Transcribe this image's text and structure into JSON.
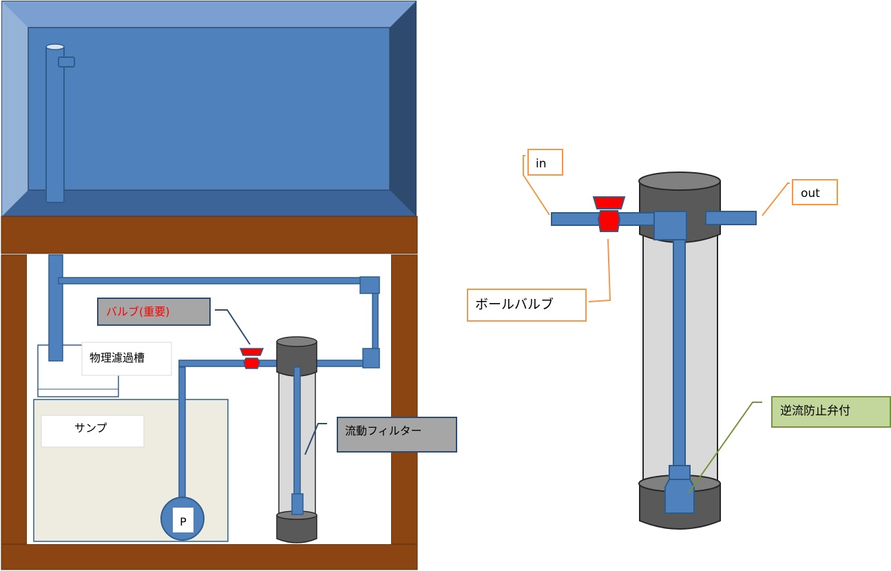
{
  "labels": {
    "valve_important": "バルブ(重要)",
    "physical_filter": "物理濾過槽",
    "sump": "サンプ",
    "pump": "P",
    "fluid_filter": "流動フィルター",
    "in": "in",
    "out": "out",
    "ball_valve": "ボールバルブ",
    "check_valve": "逆流防止弁付"
  },
  "colors": {
    "tank_water": "#4f81bd",
    "tank_dark": "#2e4a6e",
    "stand_wood": "#8b4513",
    "pipe": "#4f81bd",
    "pipe_edge": "#2e5c8a",
    "valve_red": "#ff0000",
    "filter_cap": "#595959",
    "filter_body": "#d9d9d9",
    "sump_fill": "#eeece1",
    "callout_orange": "#f79646",
    "callout_green": "#77933c",
    "callout_green_fill": "#c3d69b",
    "label_gray_fill": "#a6a6a6",
    "valve_label_text": "#ff0000"
  }
}
